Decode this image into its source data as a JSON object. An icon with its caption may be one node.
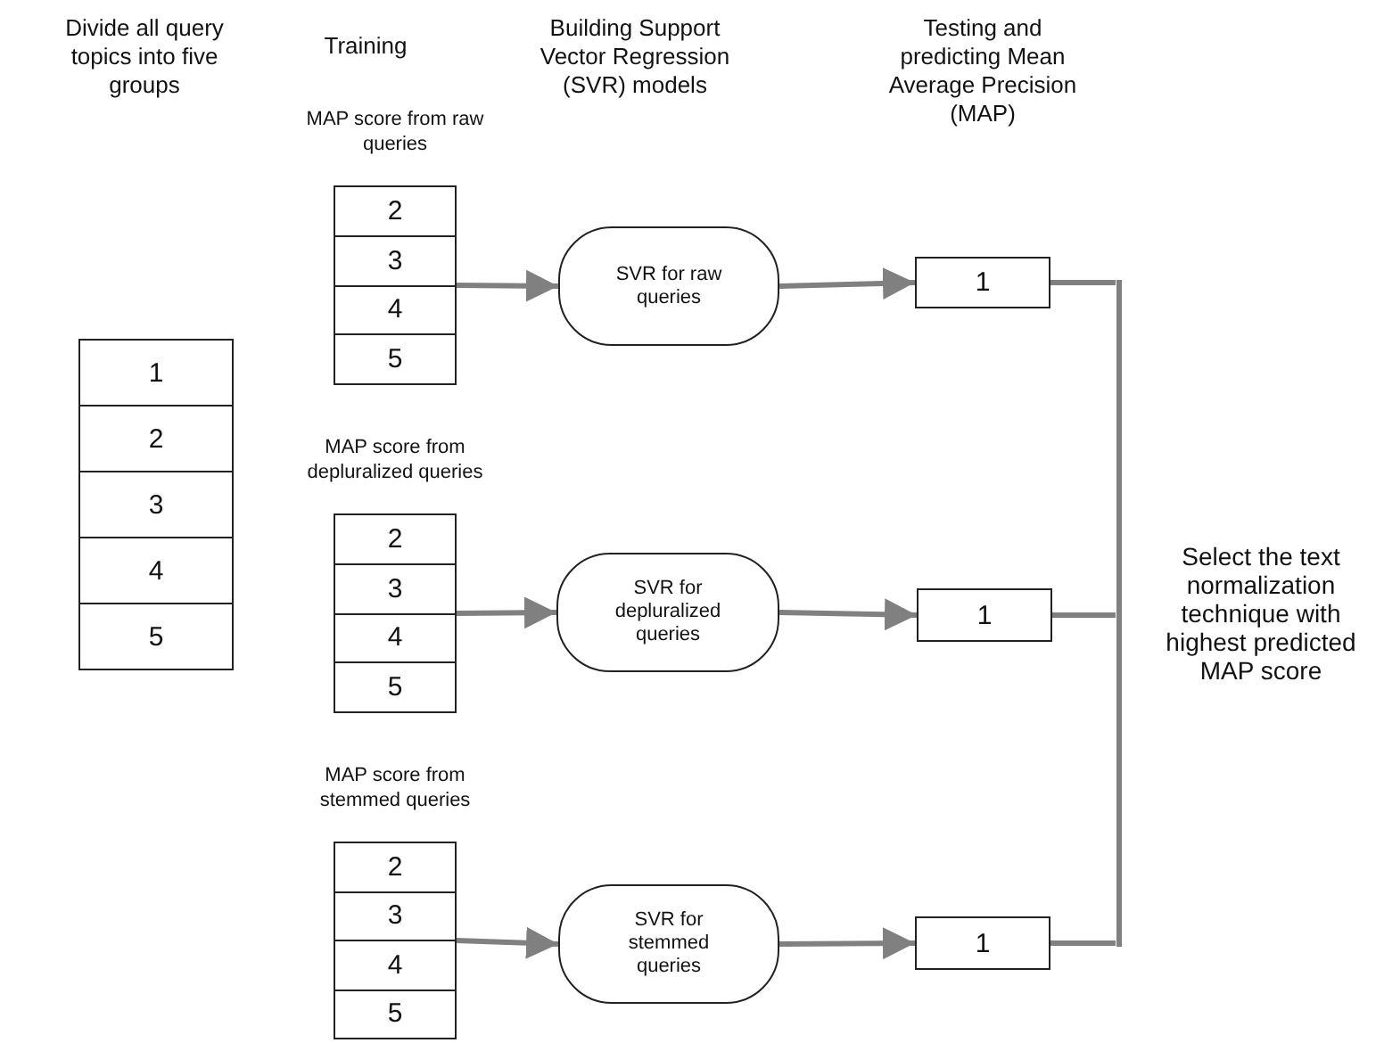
{
  "diagram": {
    "nodes": [
      {
        "text": [
          "1"
        ]
      },
      {
        "text": [
          "2"
        ]
      },
      {
        "text": [
          "3"
        ]
      },
      {
        "text": [
          "4"
        ]
      },
      {
        "text": [
          "5"
        ]
      },
      {
        "text": [],
        "shape": "box",
        "beside": [
          "MAP score from raw queries"
        ]
      },
      {
        "text": [
          "2"
        ],
        "in": 5
      },
      {
        "text": [
          "3"
        ],
        "in": 5
      },
      {
        "text": [
          "4"
        ],
        "in": 5
      },
      {
        "text": [
          "5"
        ],
        "in": 5
      },
      {
        "text": [
          "SVR for raw queries"
        ]
      },
      {
        "text": [
          "1"
        ]
      },
      {
        "text": [],
        "shape": "box",
        "beside": [
          "MAP score from depluralized queries"
        ]
      },
      {
        "text": [
          "2"
        ],
        "in": 12
      },
      {
        "text": [
          "3"
        ],
        "in": 12
      },
      {
        "text": [
          "4"
        ],
        "in": 12
      },
      {
        "text": [
          "5"
        ],
        "in": 12
      },
      {
        "text": [
          "SVR for depluralized queries"
        ]
      },
      {
        "text": [
          "1"
        ]
      },
      {
        "text": [],
        "shape": "box",
        "beside": [
          "MAP score from stemmed queries"
        ]
      },
      {
        "text": [
          "2"
        ],
        "in": 19
      },
      {
        "text": [
          "3"
        ],
        "in": 19
      },
      {
        "text": [
          "4"
        ],
        "in": 19
      },
      {
        "text": [
          "5"
        ],
        "in": 19
      },
      {
        "text": [
          "SVR for stemmed queries"
        ]
      },
      {
        "text": [
          "1"
        ]
      },
      {
        "text": [
          "Select the text normalization technique with highest predicted MAP score"
        ]
      }
    ],
    "edges": [
      {
        "from": 5,
        "to": 10,
        "arrow": "to"
      },
      {
        "from": 10,
        "to": 11,
        "arrow": "to"
      },
      {
        "from": 11,
        "to": 26,
        "arrow": "none"
      },
      {
        "from": 12,
        "to": 17,
        "arrow": "to"
      },
      {
        "from": 17,
        "to": 18,
        "arrow": "to"
      },
      {
        "from": 18,
        "to": 26,
        "arrow": "none"
      },
      {
        "from": 19,
        "to": 24,
        "arrow": "to"
      },
      {
        "from": 24,
        "to": 25,
        "arrow": "to"
      },
      {
        "from": 25,
        "to": 26,
        "arrow": "none"
      }
    ],
    "labels": [
      "Divide all query topics into five groups",
      "Training",
      "Building Support Vector Regression (SVR) models",
      "Testing and predicting Mean Average Precision (MAP)"
    ]
  }
}
